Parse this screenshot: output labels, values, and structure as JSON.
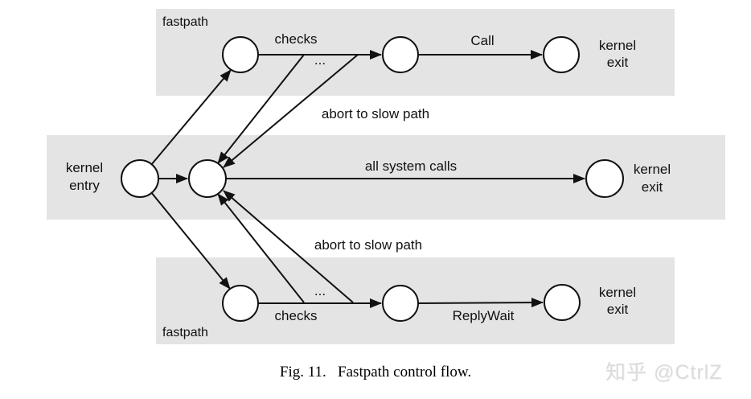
{
  "figure": {
    "caption": "Fig. 11.   Fastpath control flow.",
    "watermark": "知乎 @CtrlZ"
  },
  "top_band": {
    "region_label": "fastpath",
    "checks_label": "checks",
    "dots_label": "...",
    "syscall_label": "Call",
    "exit_node_label": "kernel\nexit",
    "abort_label": "abort to slow path"
  },
  "middle_band": {
    "entry_node_label": "kernel\nentry",
    "edge_label": "all system calls",
    "exit_node_label": "kernel\nexit"
  },
  "bottom_band": {
    "region_label": "fastpath",
    "checks_label": "checks",
    "dots_label": "...",
    "syscall_label": "ReplyWait",
    "exit_node_label": "kernel\nexit",
    "abort_label": "abort to slow path"
  },
  "colors": {
    "band_background": "#e4e4e4",
    "line": "#111111",
    "node_fill": "#ffffff",
    "text": "#111111",
    "watermark": "#dbdbdb"
  }
}
